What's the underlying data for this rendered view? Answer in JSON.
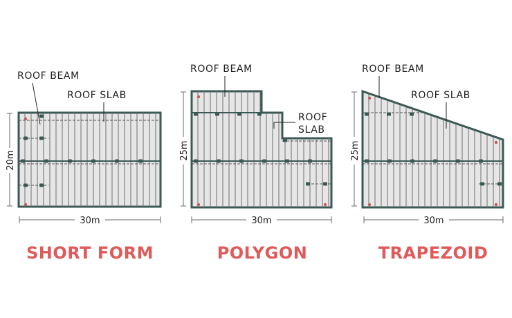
{
  "colors": {
    "caption": "#e05a5a",
    "frame": "#3b5954",
    "slab_fill": "#e6e6e6",
    "text": "#1e1e1e"
  },
  "panels": [
    {
      "id": "short-form",
      "caption": "SHORT FORM",
      "beam_label": "ROOF BEAM",
      "slab_label_lines": [
        "ROOF SLAB"
      ],
      "width_label": "30m",
      "height_label": "20m"
    },
    {
      "id": "polygon",
      "caption": "POLYGON",
      "beam_label": "ROOF BEAM",
      "slab_label_lines": [
        "ROOF",
        "SLAB"
      ],
      "width_label": "30m",
      "height_label": "25m"
    },
    {
      "id": "trapezoid",
      "caption": "TRAPEZOID",
      "beam_label": "ROOF BEAM",
      "slab_label_lines": [
        "ROOF SLAB"
      ],
      "width_label": "30m",
      "height_label": "25m"
    }
  ]
}
